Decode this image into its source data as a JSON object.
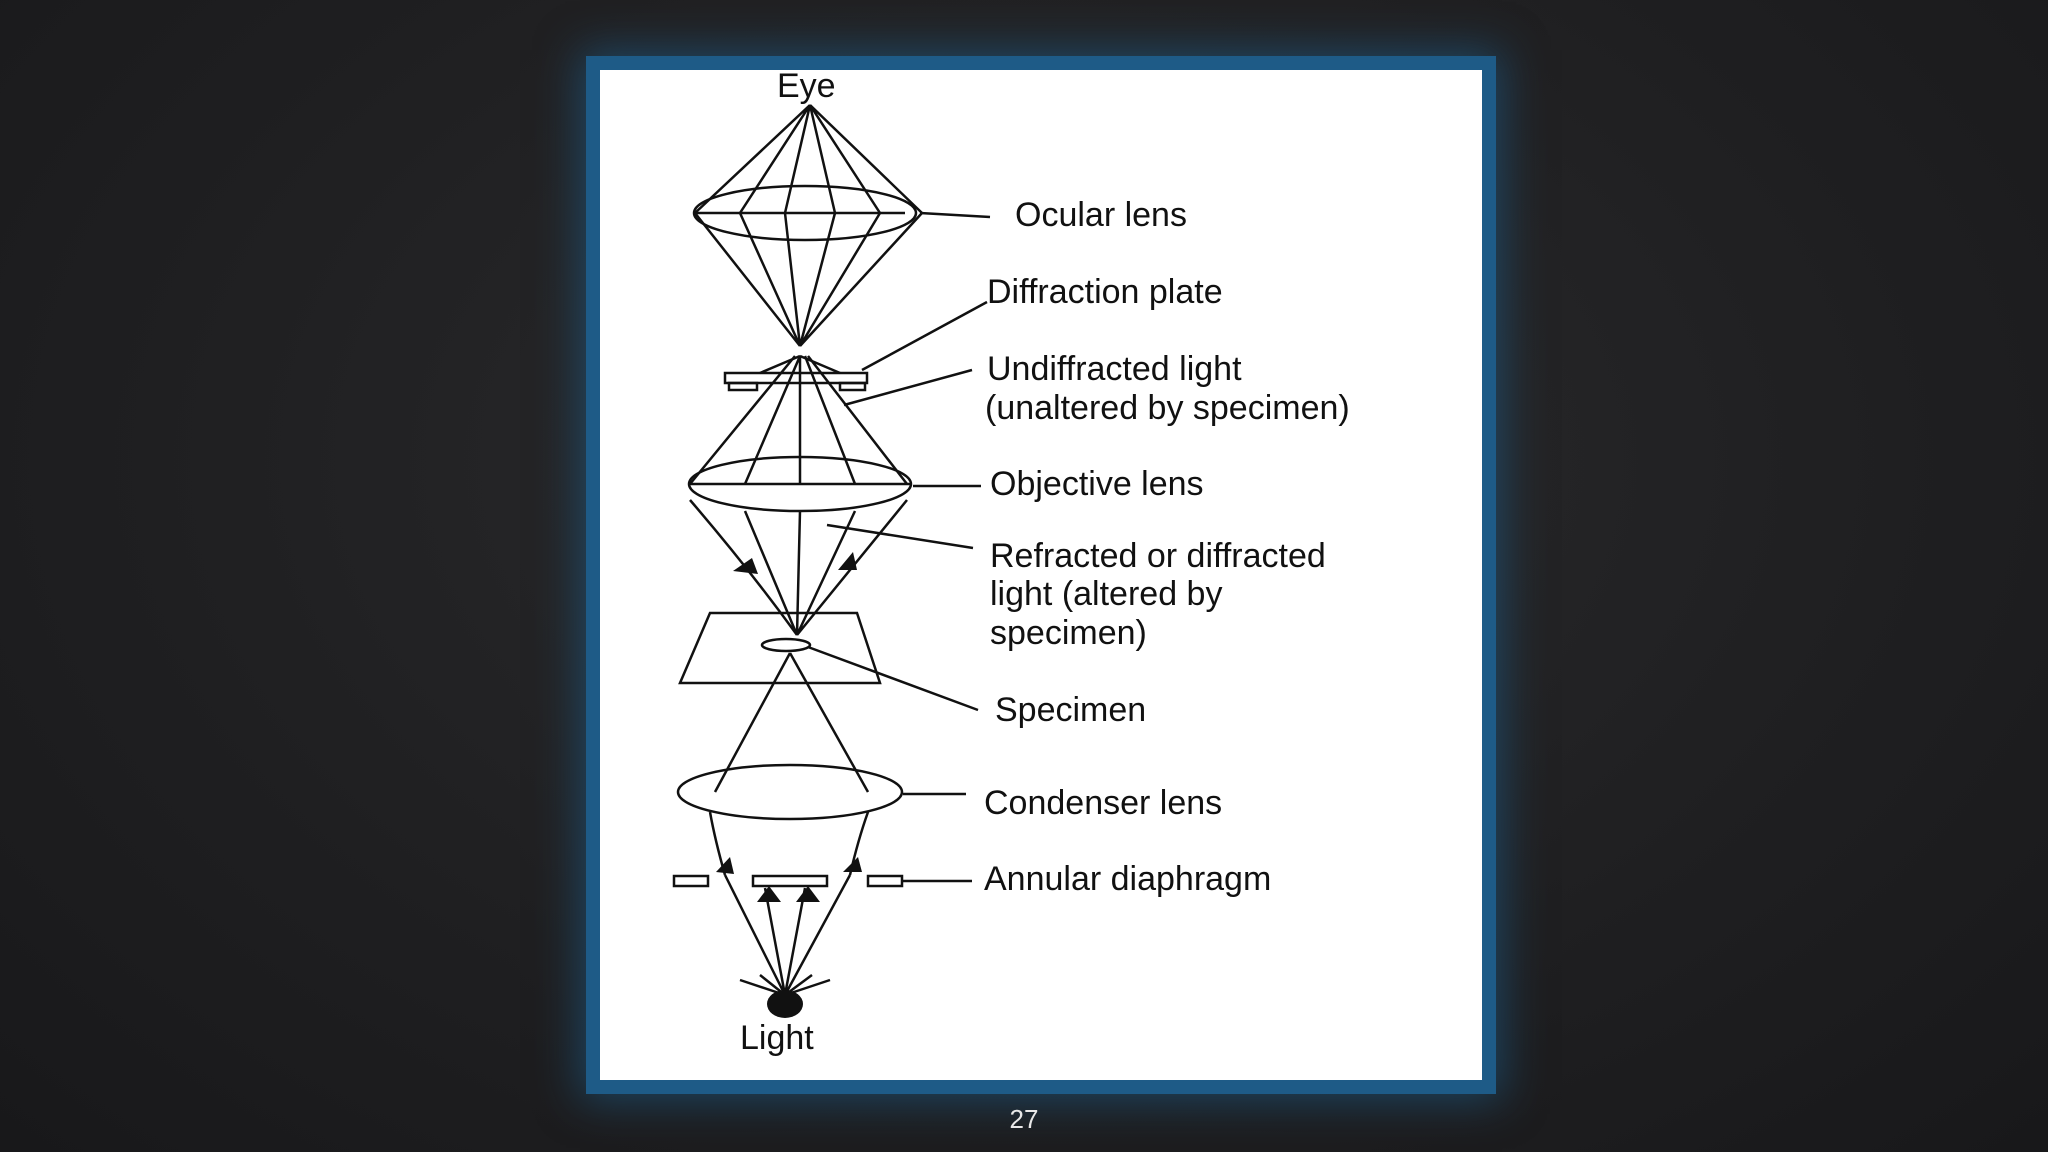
{
  "diagram": {
    "labels": {
      "eye": "Eye",
      "ocular_lens": "Ocular lens",
      "diffraction_plate": "Diffraction plate",
      "undiffracted_1": "Undiffracted light",
      "undiffracted_2": "(unaltered by specimen)",
      "objective_lens": "Objective lens",
      "refracted_1": "Refracted or diffracted",
      "refracted_2": "light (altered by",
      "refracted_3": "specimen)",
      "specimen": "Specimen",
      "condenser_lens": "Condenser lens",
      "annular_diaphragm": "Annular diaphragm",
      "light": "Light"
    }
  },
  "slide": {
    "page_number": "27"
  },
  "colors": {
    "frame_border": "#1e5b87",
    "background": "#1f1f21"
  }
}
